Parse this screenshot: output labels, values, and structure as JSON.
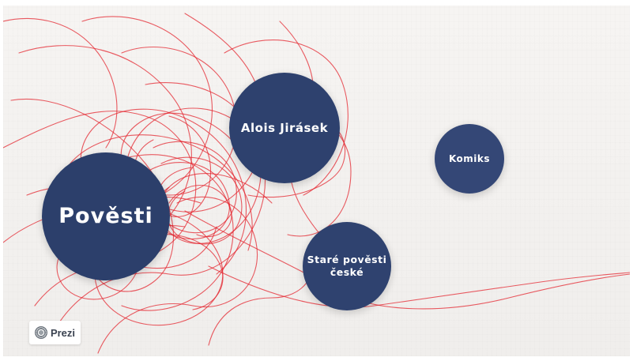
{
  "presentation": {
    "nodes": [
      {
        "label": "Pověsti"
      },
      {
        "label": "Alois Jirásek"
      },
      {
        "label": "Komiks"
      },
      {
        "label": "Staré pověsti české"
      }
    ]
  },
  "branding": {
    "badge_label": "Prezi",
    "icon": "prezi-logo-icon"
  },
  "colors": {
    "bubble": "#2f416d",
    "thread": "#e4262f",
    "background": "#f3f1ef"
  }
}
